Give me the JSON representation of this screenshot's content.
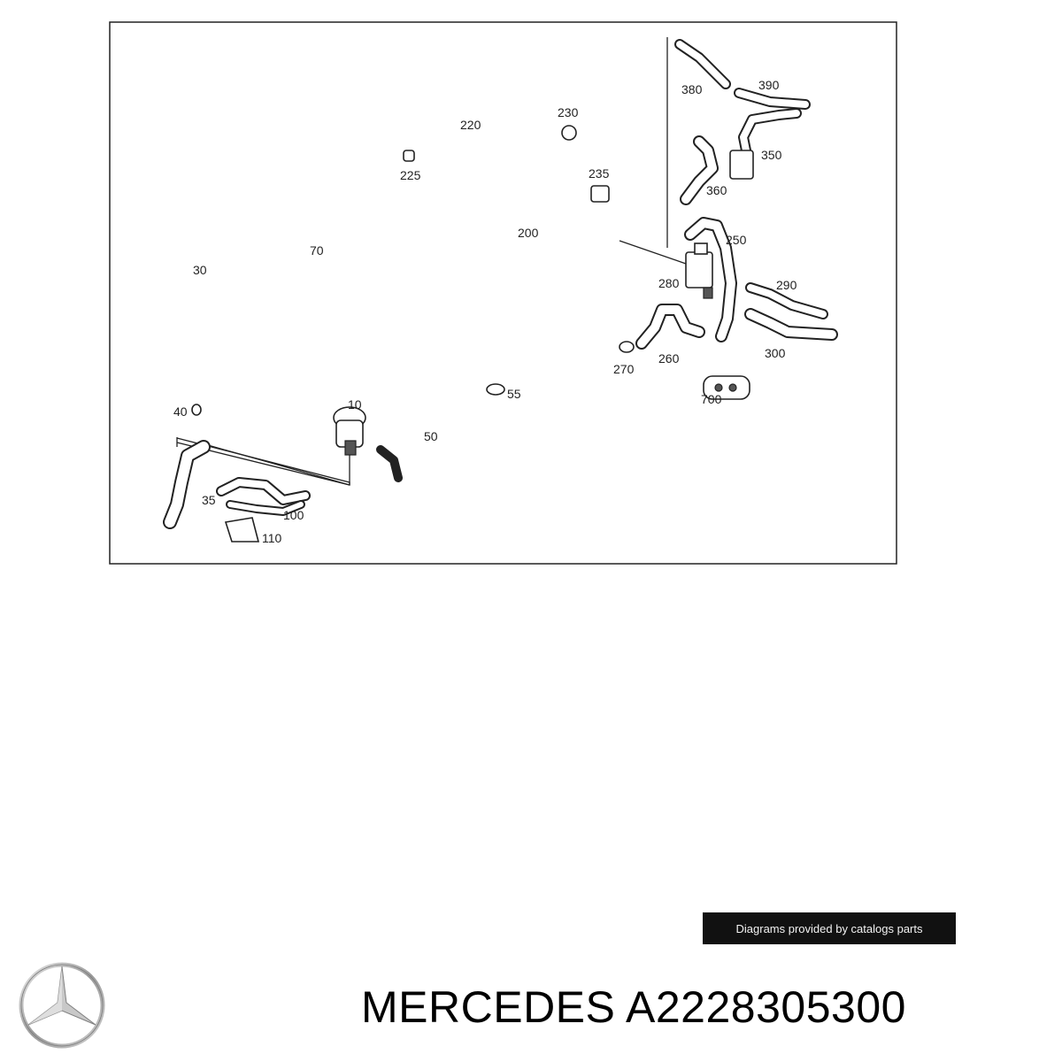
{
  "diagram": {
    "callouts": [
      "10",
      "30",
      "35",
      "40",
      "50",
      "55",
      "70",
      "100",
      "110",
      "200",
      "220",
      "225",
      "230",
      "235",
      "250",
      "260",
      "270",
      "280",
      "290",
      "300",
      "350",
      "360",
      "380",
      "390",
      "700"
    ]
  },
  "credit": {
    "text": "Diagrams provided by catalogs parts"
  },
  "brand": {
    "name": "MERCEDES",
    "part_number": "A2228305300",
    "logo_icon": "mercedes-star-icon"
  }
}
